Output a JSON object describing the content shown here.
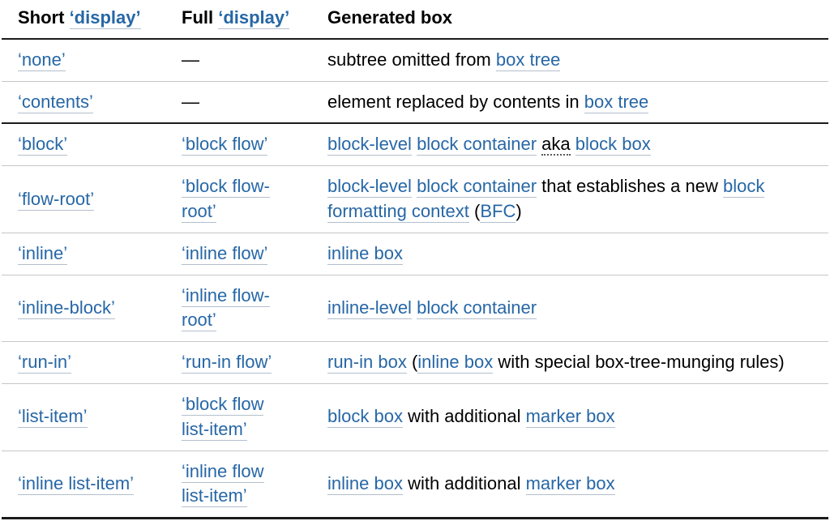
{
  "colors": {
    "link_blue": "#2767a6",
    "link_underline": "#b3bfcc",
    "heavy_rule": "#1b1b1b",
    "light_rule": "#c6c6c6",
    "text": "#000000",
    "background": "#ffffff"
  },
  "table": {
    "headers": [
      {
        "name": "short-display",
        "segments": [
          {
            "t": "text",
            "v": "Short "
          },
          {
            "t": "link",
            "v": "‘display’"
          }
        ]
      },
      {
        "name": "full-display",
        "segments": [
          {
            "t": "text",
            "v": "Full "
          },
          {
            "t": "link",
            "v": "‘display’"
          }
        ]
      },
      {
        "name": "generated-box",
        "segments": [
          {
            "t": "text",
            "v": "Generated box"
          }
        ]
      }
    ],
    "rows": [
      {
        "group_end": false,
        "short": [
          {
            "t": "link",
            "v": "‘none’"
          }
        ],
        "full": [
          {
            "t": "text",
            "v": "—"
          }
        ],
        "generated": [
          {
            "t": "text",
            "v": "subtree omitted from "
          },
          {
            "t": "link",
            "v": "box tree"
          }
        ]
      },
      {
        "group_end": true,
        "short": [
          {
            "t": "link",
            "v": "‘contents’"
          }
        ],
        "full": [
          {
            "t": "text",
            "v": "—"
          }
        ],
        "generated": [
          {
            "t": "text",
            "v": "element replaced by contents in "
          },
          {
            "t": "link",
            "v": "box tree"
          }
        ]
      },
      {
        "group_end": false,
        "short": [
          {
            "t": "link",
            "v": "‘block’"
          }
        ],
        "full": [
          {
            "t": "link",
            "v": "‘block flow’"
          }
        ],
        "generated": [
          {
            "t": "link",
            "v": "block-level"
          },
          {
            "t": "text",
            "v": " "
          },
          {
            "t": "link",
            "v": "block container"
          },
          {
            "t": "text",
            "v": " "
          },
          {
            "t": "abbr",
            "v": "aka"
          },
          {
            "t": "text",
            "v": " "
          },
          {
            "t": "link",
            "v": "block box"
          }
        ]
      },
      {
        "group_end": false,
        "short": [
          {
            "t": "link",
            "v": "‘flow-root’"
          }
        ],
        "full": [
          {
            "t": "link",
            "v": "‘block flow-root’"
          }
        ],
        "generated": [
          {
            "t": "link",
            "v": "block-level"
          },
          {
            "t": "text",
            "v": " "
          },
          {
            "t": "link",
            "v": "block container"
          },
          {
            "t": "text",
            "v": " that establishes a new "
          },
          {
            "t": "link",
            "v": "block formatting context"
          },
          {
            "t": "text",
            "v": " ("
          },
          {
            "t": "link",
            "v": "BFC"
          },
          {
            "t": "text",
            "v": ")"
          }
        ]
      },
      {
        "group_end": false,
        "short": [
          {
            "t": "link",
            "v": "‘inline’"
          }
        ],
        "full": [
          {
            "t": "link",
            "v": "‘inline flow’"
          }
        ],
        "generated": [
          {
            "t": "link",
            "v": "inline box"
          }
        ]
      },
      {
        "group_end": false,
        "short": [
          {
            "t": "link",
            "v": "‘inline-block’"
          }
        ],
        "full": [
          {
            "t": "link",
            "v": "‘inline flow-root’"
          }
        ],
        "generated": [
          {
            "t": "link",
            "v": "inline-level"
          },
          {
            "t": "text",
            "v": " "
          },
          {
            "t": "link",
            "v": "block container"
          }
        ]
      },
      {
        "group_end": false,
        "short": [
          {
            "t": "link",
            "v": "‘run-in’"
          }
        ],
        "full": [
          {
            "t": "link",
            "v": "‘run-in flow’"
          }
        ],
        "generated": [
          {
            "t": "link",
            "v": "run-in box"
          },
          {
            "t": "text",
            "v": " ("
          },
          {
            "t": "link",
            "v": "inline box"
          },
          {
            "t": "text",
            "v": " with special box-tree-munging rules)"
          }
        ]
      },
      {
        "group_end": false,
        "short": [
          {
            "t": "link",
            "v": "‘list-item’"
          }
        ],
        "full": [
          {
            "t": "link",
            "v": "‘block flow list-item’"
          }
        ],
        "generated": [
          {
            "t": "link",
            "v": "block box"
          },
          {
            "t": "text",
            "v": " with additional "
          },
          {
            "t": "link",
            "v": "marker box"
          }
        ]
      },
      {
        "group_end": false,
        "short": [
          {
            "t": "link",
            "v": "‘inline list-item’"
          }
        ],
        "full": [
          {
            "t": "link",
            "v": "‘inline flow list-item’"
          }
        ],
        "generated": [
          {
            "t": "link",
            "v": "inline box"
          },
          {
            "t": "text",
            "v": " with additional "
          },
          {
            "t": "link",
            "v": "marker box"
          }
        ]
      }
    ]
  }
}
